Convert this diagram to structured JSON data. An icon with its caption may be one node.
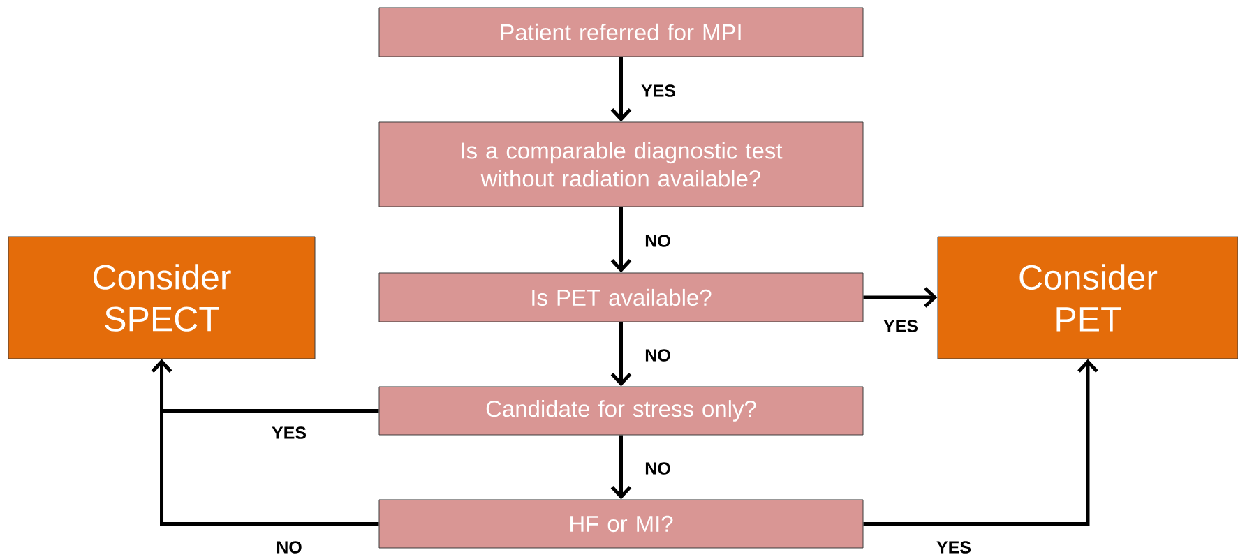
{
  "diagram": {
    "nodes": [
      {
        "text": [
          "Patient referred for MPI"
        ]
      },
      {
        "text": [
          "Is a comparable diagnostic test without radiation available?"
        ]
      },
      {
        "text": [
          "Is PET available?"
        ]
      },
      {
        "text": [
          "Candidate for stress only?"
        ]
      },
      {
        "text": [
          "HF or MI?"
        ]
      },
      {
        "text": [
          "Consider SPECT"
        ]
      },
      {
        "text": [
          "Consider PET"
        ]
      }
    ],
    "edges": [
      {
        "from": 0,
        "to": 1,
        "arrow": "to",
        "label": "YES"
      },
      {
        "from": 1,
        "to": 2,
        "arrow": "to",
        "label": "NO"
      },
      {
        "from": 2,
        "to": 6,
        "arrow": "to",
        "label": "YES"
      },
      {
        "from": 2,
        "to": 3,
        "arrow": "to",
        "label": "NO"
      },
      {
        "from": 3,
        "to": 5,
        "arrow": "to",
        "label": "YES"
      },
      {
        "from": 3,
        "to": 4,
        "arrow": "to",
        "label": "NO"
      },
      {
        "from": 4,
        "to": 5,
        "arrow": "to",
        "label": "NO"
      },
      {
        "from": 4,
        "to": 6,
        "arrow": "to",
        "label": "YES"
      }
    ]
  }
}
